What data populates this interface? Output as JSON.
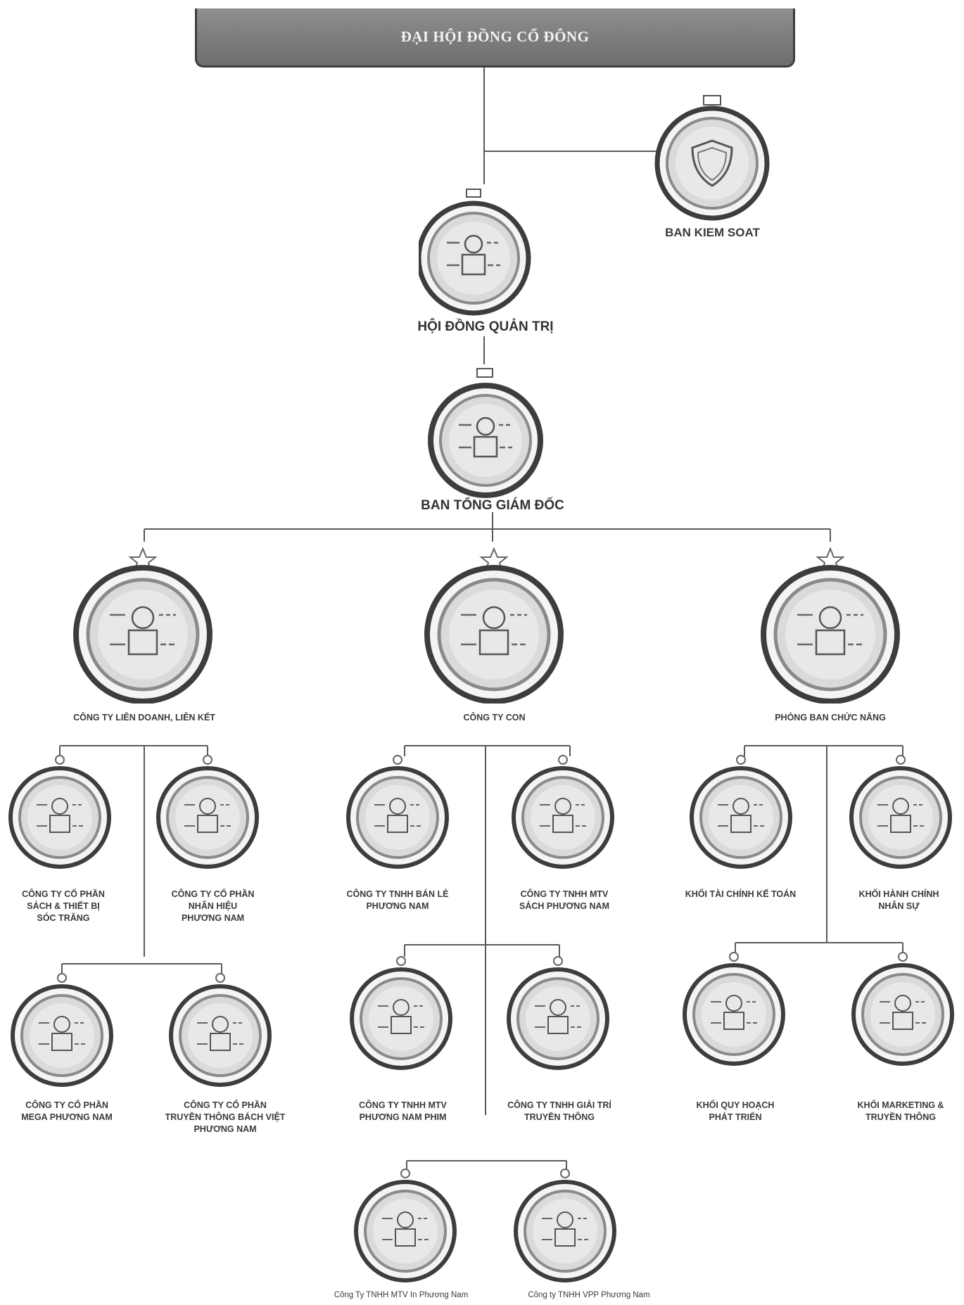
{
  "header": {
    "title": "ĐẠI HỘI ĐỒNG CỔ ĐÔNG"
  },
  "nodes": {
    "ban_kiem_soat": {
      "label": "BAN KIEM SOAT",
      "icon": "shield-icon"
    },
    "hoi_dong_quan_tri": {
      "label": "HỘI ĐỒNG QUẢN TRỊ",
      "icon": "person-icon"
    },
    "ban_tong_giam_doc": {
      "label": "BAN TỔNG GIÁM ĐỐC",
      "icon": "person-icon"
    },
    "cong_ty_lien_doanh": {
      "label": "CÔNG TY LIÊN DOANH, LIÊN KẾT"
    },
    "cong_ty_con": {
      "label": "CÔNG TY CON"
    },
    "phong_ban": {
      "label": "PHÒNG BAN CHỨC NĂNG"
    },
    "cp_sach_soc_trang": {
      "lines": [
        "CÔNG TY CỔ PHẦN",
        "SÁCH & THIẾT BỊ",
        "SÓC TRĂNG"
      ]
    },
    "cp_nhan_hieu": {
      "lines": [
        "CÔNG TY CỔ PHẦN",
        "NHÃN HIỆU",
        "PHƯƠNG NAM"
      ]
    },
    "cp_mega": {
      "lines": [
        "CÔNG TY CỔ PHẦN",
        "MEGA PHƯƠNG NAM"
      ]
    },
    "cp_truyen_thong": {
      "lines": [
        "CÔNG TY CỔ PHẦN",
        "TRUYỀN THÔNG BÁCH VIỆT",
        "PHƯƠNG NAM"
      ]
    },
    "tnhh_ban_le": {
      "lines": [
        "CÔNG TY TNHH BÁN LẺ",
        "PHƯƠNG NAM"
      ]
    },
    "tnhh_sach": {
      "lines": [
        "CÔNG TY TNHH MTV",
        "SÁCH PHƯƠNG NAM"
      ]
    },
    "tnhh_phim": {
      "lines": [
        "CÔNG TY TNHH MTV",
        "PHƯƠNG NAM PHIM"
      ]
    },
    "tnhh_giai_tri": {
      "lines": [
        "CÔNG TY TNHH GIẢI TRÍ",
        "TRUYỀN THÔNG"
      ]
    },
    "tnhh_in": {
      "label": "Công Ty TNHH MTV In Phương Nam"
    },
    "tnhh_vpp": {
      "label": "Công ty TNHH VPP Phương Nam"
    },
    "khoi_tai_chinh": {
      "lines": [
        "KHỐI TÀI CHÍNH KẾ TOÁN"
      ]
    },
    "khoi_hanh_chinh": {
      "lines": [
        "KHỐI HÀNH CHÍNH",
        "NHÂN SỰ"
      ]
    },
    "khoi_quy_hoach": {
      "lines": [
        "KHỐI QUY HOẠCH",
        "PHÁT TRIỂN"
      ]
    },
    "khoi_marketing": {
      "lines": [
        "KHỐI MARKETING &",
        "TRUYỀN THÔNG"
      ]
    }
  },
  "colors": {
    "ring_dark": "#3d3d3d",
    "ring_mid": "#9a9a9a",
    "fill": "#e4e4e4",
    "line": "#555555"
  }
}
